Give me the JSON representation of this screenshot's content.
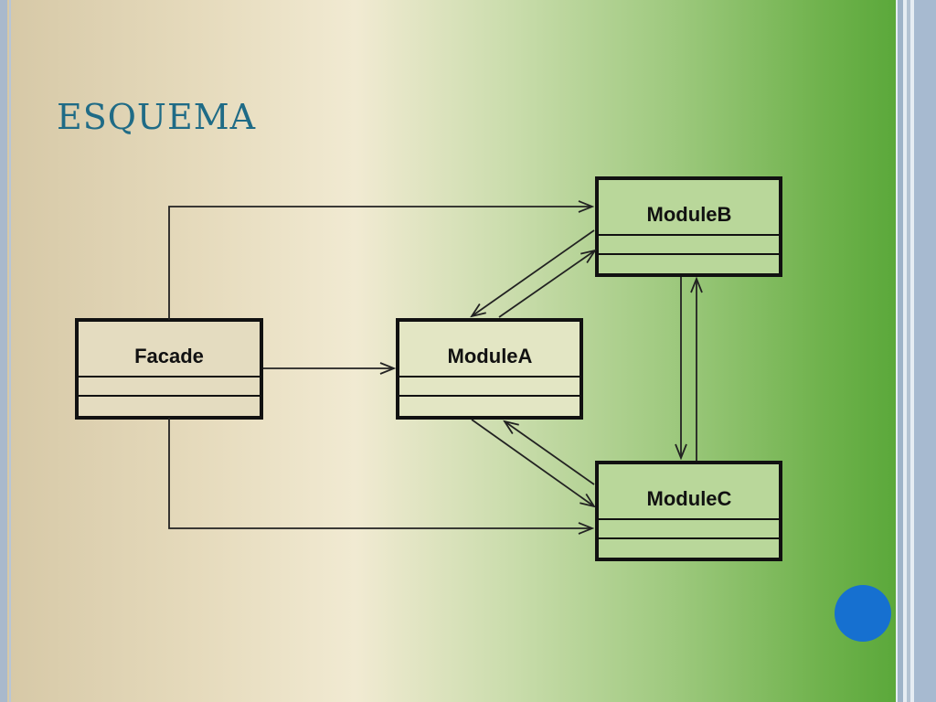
{
  "slide": {
    "title": "ESQUEMA"
  },
  "diagram": {
    "classes": {
      "facade": "Facade",
      "module_a": "ModuleA",
      "module_b": "ModuleB",
      "module_c": "ModuleC"
    }
  },
  "colors": {
    "title": "#1f6b86",
    "page_dot": "#1670d0"
  }
}
